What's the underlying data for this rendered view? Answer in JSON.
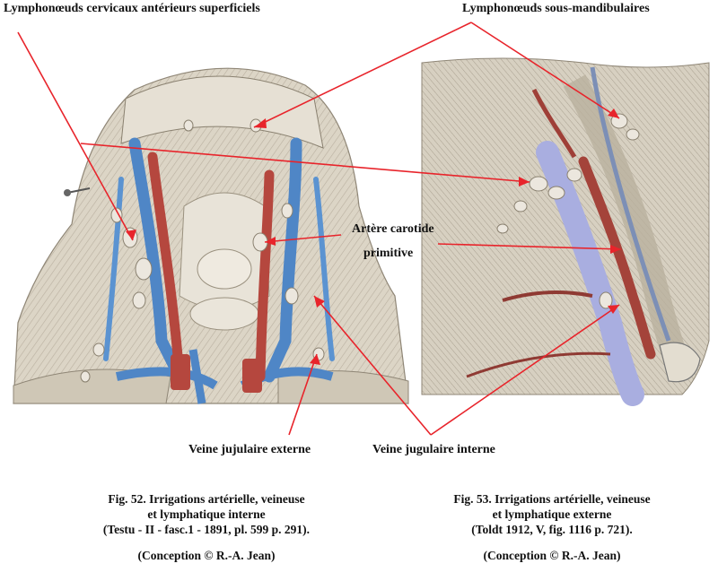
{
  "labels": {
    "cervical_nodes": "Lymphonœuds cervicaux antérieurs superficiels",
    "submandibular_nodes": "Lymphonœuds sous-mandibulaires",
    "carotid_line1": "Artère carotide",
    "carotid_line2": "primitive",
    "external_jugular": "Veine jujulaire externe",
    "internal_jugular": "Veine jugulaire interne"
  },
  "captions": {
    "fig52": {
      "line1": "Fig. 52. Irrigations artérielle, veineuse",
      "line2": "et lymphatique interne",
      "line3": "(Testu - II - fasc.1 - 1891, pl. 599  p. 291).",
      "credit": "(Conception © R.-A. Jean)"
    },
    "fig53": {
      "line1": "Fig. 53. Irrigations artérielle, veineuse",
      "line2": "et lymphatique externe",
      "line3": "(Toldt 1912, V, fig. 1116 p. 721).",
      "credit": "(Conception © R.-A. Jean)"
    }
  },
  "colors": {
    "leader_lines": "#e8242b",
    "vein": "#4f86c6",
    "artery": "#b5473e",
    "lymph_node": "#ece7de",
    "plate_background": "#ddd6c8"
  }
}
